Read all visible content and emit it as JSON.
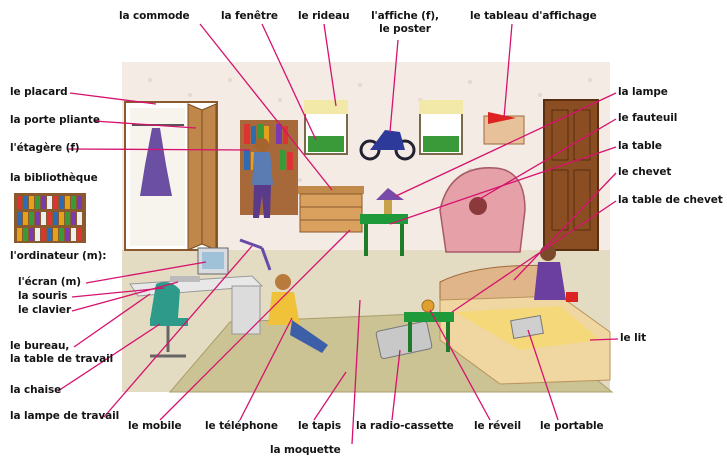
{
  "colors": {
    "leader": "#d6126e",
    "wall": "#f4ece6",
    "floor": "#e7e0c7",
    "rug": "#cfc79a"
  },
  "labels": {
    "commode": "la commode",
    "fenetre": "la fenêtre",
    "rideau": "le rideau",
    "affiche": "l'affiche (f),\nle poster",
    "tableau_affichage": "le tableau d'affichage",
    "placard": "le placard",
    "porte_pliante": "la porte pliante",
    "etagere": "l'étagère (f)",
    "bibliotheque": "la bibliothèque",
    "ordinateur": "l'ordinateur (m):",
    "ecran": "l'écran (m)",
    "souris": "la souris",
    "clavier": "le clavier",
    "bureau": "le bureau,\nla table de travail",
    "chaise": "la chaise",
    "lampe_travail": "la lampe de travail",
    "lampe": "la lampe",
    "fauteuil": "le fauteuil",
    "table": "la table",
    "chevet": "le chevet",
    "table_chevet": "la table de chevet",
    "lit": "le lit",
    "mobile": "le mobile",
    "telephone": "le téléphone",
    "tapis": "le tapis",
    "radio_cassette": "la radio-cassette",
    "reveil": "le réveil",
    "portable": "le portable",
    "moquette": "la moquette"
  }
}
